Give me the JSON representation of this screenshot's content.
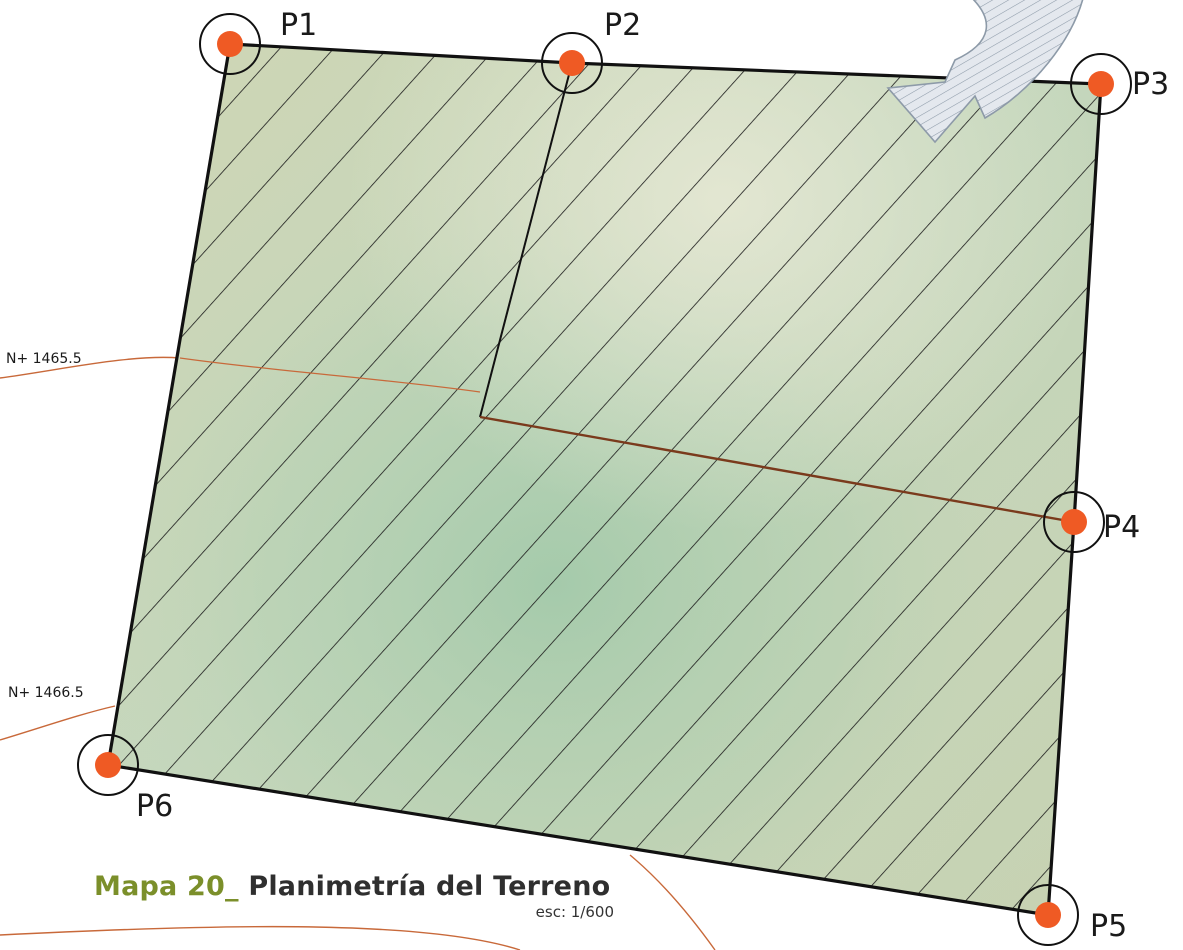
{
  "map": {
    "title_number": "Mapa 20_",
    "title_name": "Planimetría del Terreno",
    "scale": "esc: 1/600",
    "points": [
      {
        "id": "p1",
        "label": "P1"
      },
      {
        "id": "p2",
        "label": "P2"
      },
      {
        "id": "p3",
        "label": "P3"
      },
      {
        "id": "p4",
        "label": "P4"
      },
      {
        "id": "p5",
        "label": "P5"
      },
      {
        "id": "p6",
        "label": "P6"
      }
    ],
    "contours": [
      {
        "id": "contour-1465",
        "label": "N+ 1465.5"
      },
      {
        "id": "contour-1466",
        "label": "N+ 1466.5"
      }
    ],
    "north_indicator": "north-arrow-icon",
    "colors": {
      "terrain_light": "#dde2c6",
      "terrain_green": "#a9ccb0",
      "boundary": "#111111",
      "hatch": "#1a1a1a",
      "contour": "#c8693a",
      "point_marker": "#ef5a24",
      "title_accent": "#7b8f2a",
      "title_dark": "#2f2f2f"
    }
  }
}
